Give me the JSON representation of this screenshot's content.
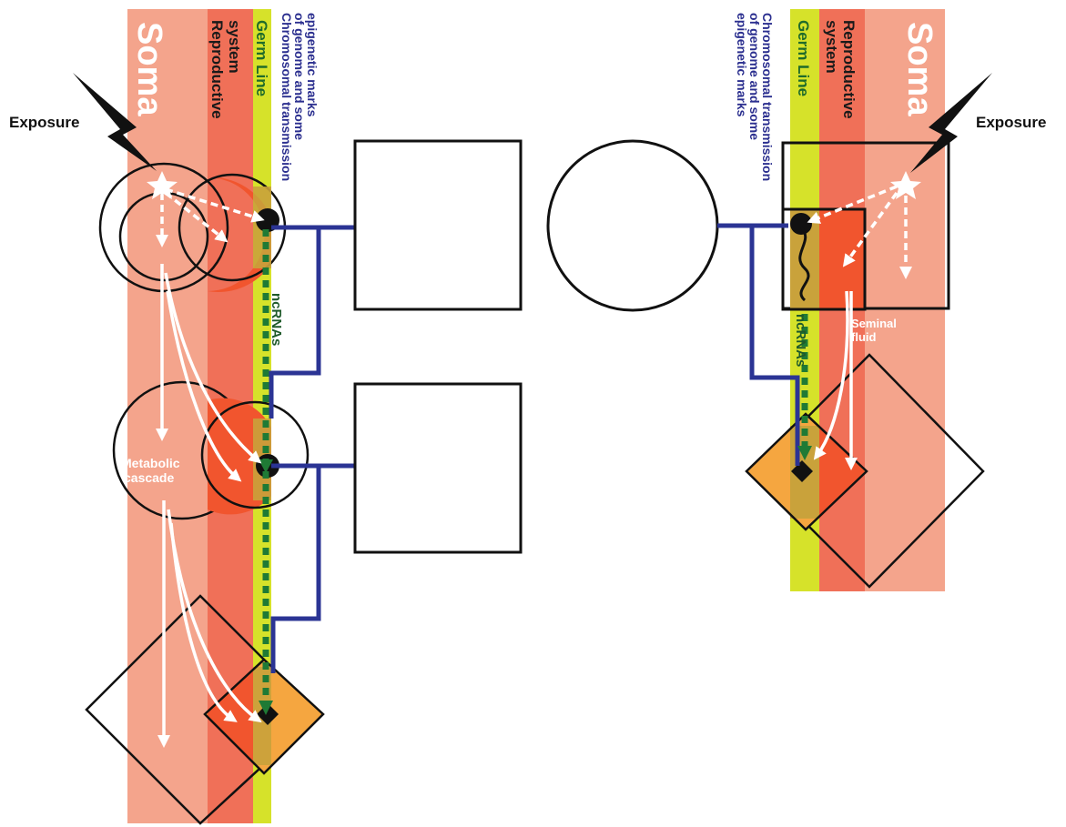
{
  "labels": {
    "soma": "Soma",
    "reproductive": [
      "Reproductive",
      "system"
    ],
    "germ_line": "Germ Line",
    "chromosomal": [
      "Chromosomal transmission",
      "of genome and some",
      "epigenetic marks"
    ],
    "exposure": "Exposure",
    "ncrnas": "ncRNAs",
    "metabolic": [
      "Metabolic",
      "cascade"
    ],
    "seminal": [
      "Seminal",
      "fluid"
    ]
  },
  "colors": {
    "soma": "#f4a48c",
    "reproductive": "#f07058",
    "germ_line": "#d6e22a",
    "overlap_orange": "#f1552e",
    "germ_overlap": "#c9a23b",
    "diamond_fill": "#f5a640",
    "pedigree_line": "#2b3494",
    "ncrna_dash": "#1f7a35",
    "outline": "#111111"
  }
}
